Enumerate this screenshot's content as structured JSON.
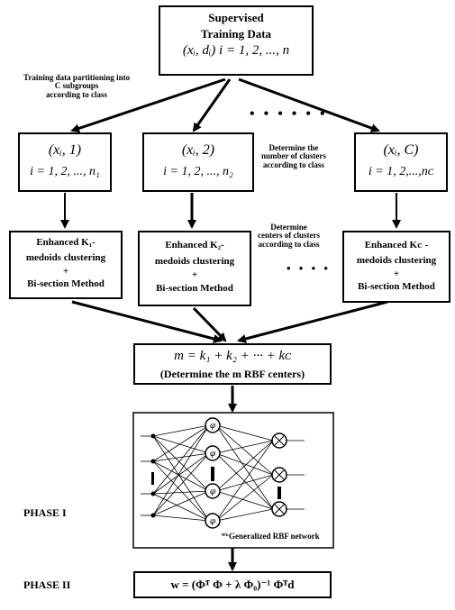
{
  "top_box": {
    "line1": "Supervised",
    "line2": "Training Data",
    "line3": "(xᵢ, dᵢ)  i = 1, 2, ..., n"
  },
  "partition_note": [
    "Training data partitioning into",
    "C subgroups",
    "according to class"
  ],
  "top_dots": "• • • • • •",
  "class_boxes": [
    {
      "line1": "(xᵢ, 1)",
      "line2": "i = 1, 2, ..., n₁"
    },
    {
      "line1": "(xᵢ, 2)",
      "line2": "i = 1, 2, ..., n₂"
    },
    {
      "line1": "(xᵢ, C)",
      "line2": "i = 1, 2,...,nᴄ"
    }
  ],
  "cluster_count_note": [
    "Determine the",
    "number of clusters",
    "according to class"
  ],
  "medoid_boxes": [
    {
      "line1": "Enhanced K₁-",
      "line2": "medoids clustering",
      "line3": "+",
      "line4": "Bi-section Method"
    },
    {
      "line1": "Enhanced K₂-",
      "line2": "medoids clustering",
      "line3": "+",
      "line4": "Bi-section Method"
    },
    {
      "line1": "Enhanced Kᴄ -",
      "line2": "medoids clustering",
      "line3": "+",
      "line4": "Bi-section Method"
    }
  ],
  "centers_note": [
    "Determine",
    "centers of clusters",
    "according to class"
  ],
  "middle_dots": "• • • •",
  "m_box": {
    "line1": "m = k₁ + k₂ + ··· + kᴄ",
    "line2": "(Determine the m RBF centers)"
  },
  "network": {
    "caption": "Generalized RBF network",
    "weight_label": "wₖ"
  },
  "phase1_label": "PHASE I",
  "phase2_label": "PHASE II",
  "w_box": "w = (Φᵀ Φ + λ Φ₀)⁻¹ Φᵀd"
}
